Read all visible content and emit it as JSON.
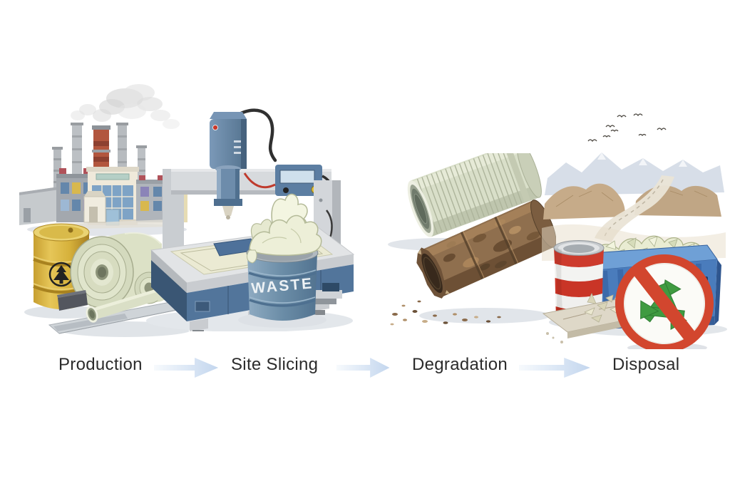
{
  "flow": {
    "stages": [
      {
        "id": "production",
        "label": "Production"
      },
      {
        "id": "site-slicing",
        "label": "Site Slicing"
      },
      {
        "id": "degradation",
        "label": "Degradation"
      },
      {
        "id": "disposal",
        "label": "Disposal"
      }
    ],
    "arrow_count": 3,
    "arrow_direction": "right"
  },
  "illustrations": {
    "production": {
      "elements": [
        "factory-with-smokestacks",
        "smoke-plumes",
        "yellow-drum-with-tree-emblem",
        "rolled-liner-material",
        "pipe-offcut",
        "dark-block",
        "metal-rail"
      ]
    },
    "site_slicing": {
      "elements": [
        "cnc-slicing-machine",
        "material-sheet-on-table",
        "control-box",
        "overflowing-waste-drum"
      ],
      "waste_drum_label": "WASTE"
    },
    "degradation": {
      "elements": [
        "intact-ribbed-pipe",
        "corroded-crumbling-pipe",
        "debris-particles"
      ]
    },
    "disposal": {
      "elements": [
        "landfill-hills",
        "winding-road",
        "birds",
        "blue-waste-bin-with-scraps",
        "red-white-striped-drum",
        "concrete-slab-with-scraps",
        "no-recycling-prohibition-sign"
      ]
    }
  },
  "colors": {
    "background": "#ffffff",
    "label_text": "#2b2b2b",
    "arrow_light": "#f6f9fd",
    "arrow_dark": "#bfd4ec",
    "machine_blue": "#5c7ea2",
    "machine_gray": "#d9dcdf",
    "waste_drum_blue": "#6b8da7",
    "material_cream": "#e3e7d2",
    "yellow_drum": "#d9b43c",
    "bin_blue": "#4a7cbc",
    "hazard_red": "#cd3b2d",
    "sign_red": "#d2462e",
    "recycle_green": "#3f9b41",
    "rust_brown": "#8f6f4e"
  }
}
